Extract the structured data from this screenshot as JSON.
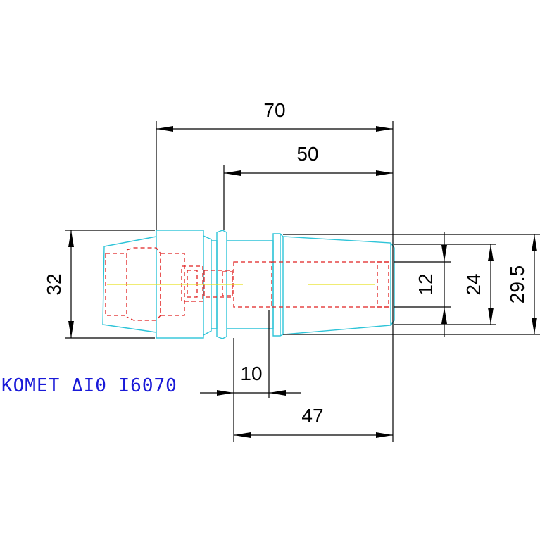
{
  "drawing": {
    "title": "KOMET ΔI0 I6070",
    "dimensions": {
      "overall_length": "70",
      "shank_length": "50",
      "flange_diameter": "32",
      "bore_diameter": "12",
      "nose_diameter_small": "24",
      "nose_diameter_large": "29.5",
      "groove_width": "10",
      "nose_length": "47"
    }
  },
  "colors": {
    "outline": "#2ec4d8",
    "hidden_lines": "#e02020",
    "centerline": "#e8e020",
    "dimensions": "#000000",
    "title": "#1a1ad8"
  }
}
